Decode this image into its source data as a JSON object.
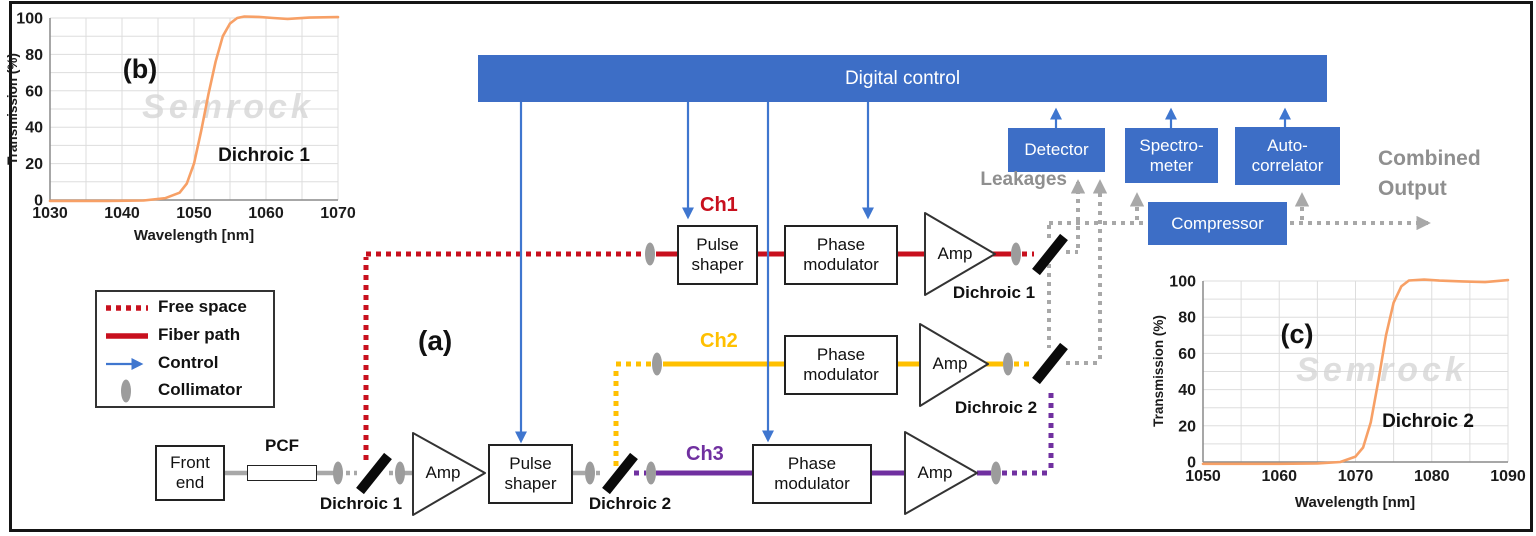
{
  "figure": {
    "panel_a_label": "(a)",
    "digital_control": "Digital control",
    "instruments": {
      "detector": "Detector",
      "spectrometer": "Spectro-\nmeter",
      "autocorrelator": "Auto-\ncorrelator",
      "compressor": "Compressor"
    },
    "components": {
      "front_end": "Front\nend",
      "pcf": "PCF",
      "amp": "Amp",
      "pulse_shaper": "Pulse shaper",
      "phase_modulator": "Phase modulator"
    },
    "annotations": {
      "leakages": "Leakages",
      "combined_output": "Combined\nOutput",
      "ch1": "Ch1",
      "ch2": "Ch2",
      "ch3": "Ch3",
      "dichroic1": "Dichroic 1",
      "dichroic2": "Dichroic 2"
    },
    "legend": {
      "items": [
        {
          "name": "free-space",
          "label": "Free space"
        },
        {
          "name": "fiber-path",
          "label": "Fiber path"
        },
        {
          "name": "control",
          "label": "Control"
        },
        {
          "name": "collimator",
          "label": "Collimator"
        }
      ]
    },
    "colors": {
      "ch1_red": "#C8101E",
      "ch2_yellow": "#FFC000",
      "ch3_purple": "#7030A0",
      "control_blue": "#3F76CF",
      "box_blue": "#3D6EC6",
      "path_gray": "#A8A8A8",
      "gray_text": "#8F8F8F",
      "curve_orange": "#F7A066"
    }
  },
  "chart_data": [
    {
      "id": "b",
      "type": "line",
      "title": "(b)",
      "annotation": "Dichroic 1",
      "watermark": "Semrock",
      "xlabel": "Wavelength [nm]",
      "ylabel": "Transmission (%)",
      "xlim": [
        1030,
        1070
      ],
      "ylim": [
        0,
        100
      ],
      "xticks": [
        1030,
        1040,
        1050,
        1060,
        1070
      ],
      "yticks": [
        0,
        20,
        40,
        60,
        80,
        100
      ],
      "x_grid_step": 5,
      "y_grid_step": 10,
      "grid": true,
      "series": [
        {
          "name": "Dichroic 1 transmission",
          "color": "#F7A066",
          "points": [
            [
              1030,
              -0.5
            ],
            [
              1038,
              -0.5
            ],
            [
              1043,
              -0.3
            ],
            [
              1046,
              1
            ],
            [
              1048,
              4
            ],
            [
              1049,
              9
            ],
            [
              1050,
              20
            ],
            [
              1051,
              38
            ],
            [
              1052,
              58
            ],
            [
              1053,
              76
            ],
            [
              1054,
              90
            ],
            [
              1055,
              97
            ],
            [
              1056,
              100
            ],
            [
              1057,
              100.8
            ],
            [
              1059,
              100.6
            ],
            [
              1061,
              100
            ],
            [
              1063,
              99.5
            ],
            [
              1066,
              100.2
            ],
            [
              1070,
              100.5
            ]
          ]
        }
      ]
    },
    {
      "id": "c",
      "type": "line",
      "title": "(c)",
      "annotation": "Dichroic 2",
      "watermark": "Semrock",
      "xlabel": "Wavelength [nm]",
      "ylabel": "Transmission (%)",
      "xlim": [
        1050,
        1090
      ],
      "ylim": [
        0,
        100
      ],
      "xticks": [
        1050,
        1060,
        1070,
        1080,
        1090
      ],
      "yticks": [
        0,
        20,
        40,
        60,
        80,
        100
      ],
      "x_grid_step": 5,
      "y_grid_step": 10,
      "grid": true,
      "series": [
        {
          "name": "Dichroic 2 transmission",
          "color": "#F7A066",
          "points": [
            [
              1050,
              -1
            ],
            [
              1060,
              -1
            ],
            [
              1065,
              -0.8
            ],
            [
              1068,
              0
            ],
            [
              1070,
              3
            ],
            [
              1071,
              8
            ],
            [
              1072,
              22
            ],
            [
              1073,
              45
            ],
            [
              1074,
              70
            ],
            [
              1075,
              88
            ],
            [
              1076,
              97
            ],
            [
              1077,
              100.3
            ],
            [
              1079,
              100.8
            ],
            [
              1081,
              100.2
            ],
            [
              1084,
              99.8
            ],
            [
              1087,
              99.4
            ],
            [
              1090,
              100.5
            ]
          ]
        }
      ]
    }
  ]
}
